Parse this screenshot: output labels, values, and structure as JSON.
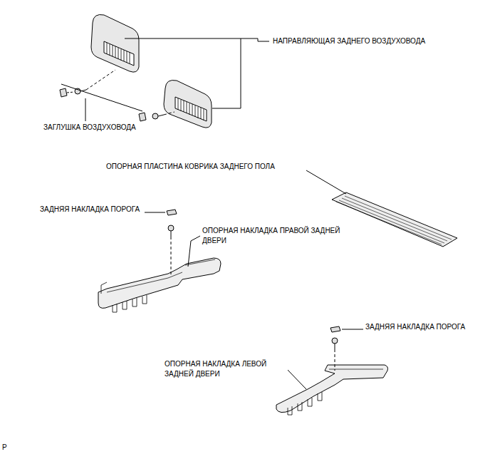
{
  "diagram": {
    "labels": [
      "НАПРАВЛЯЮЩАЯ ЗАДНЕГО ВОЗДУХОВОДА",
      "ЗАГЛУШКА ВОЗДУХОВОДА",
      "ОПОРНАЯ ПЛАСТИНА КОВРИКА ЗАДНЕГО ПОЛА",
      "ЗАДНЯЯ НАКЛАДКА ПОРОГА",
      "ОПОРНАЯ НАКЛАДКА ПРАВОЙ ЗАДНЕЙ ДВЕРИ",
      "ЗАДНЯЯ НАКЛАДКА ПОРОГА",
      "ОПОРНАЯ НАКЛАДКА ЛЕВОЙ ЗАДНЕЙ ДВЕРИ",
      "P"
    ]
  }
}
